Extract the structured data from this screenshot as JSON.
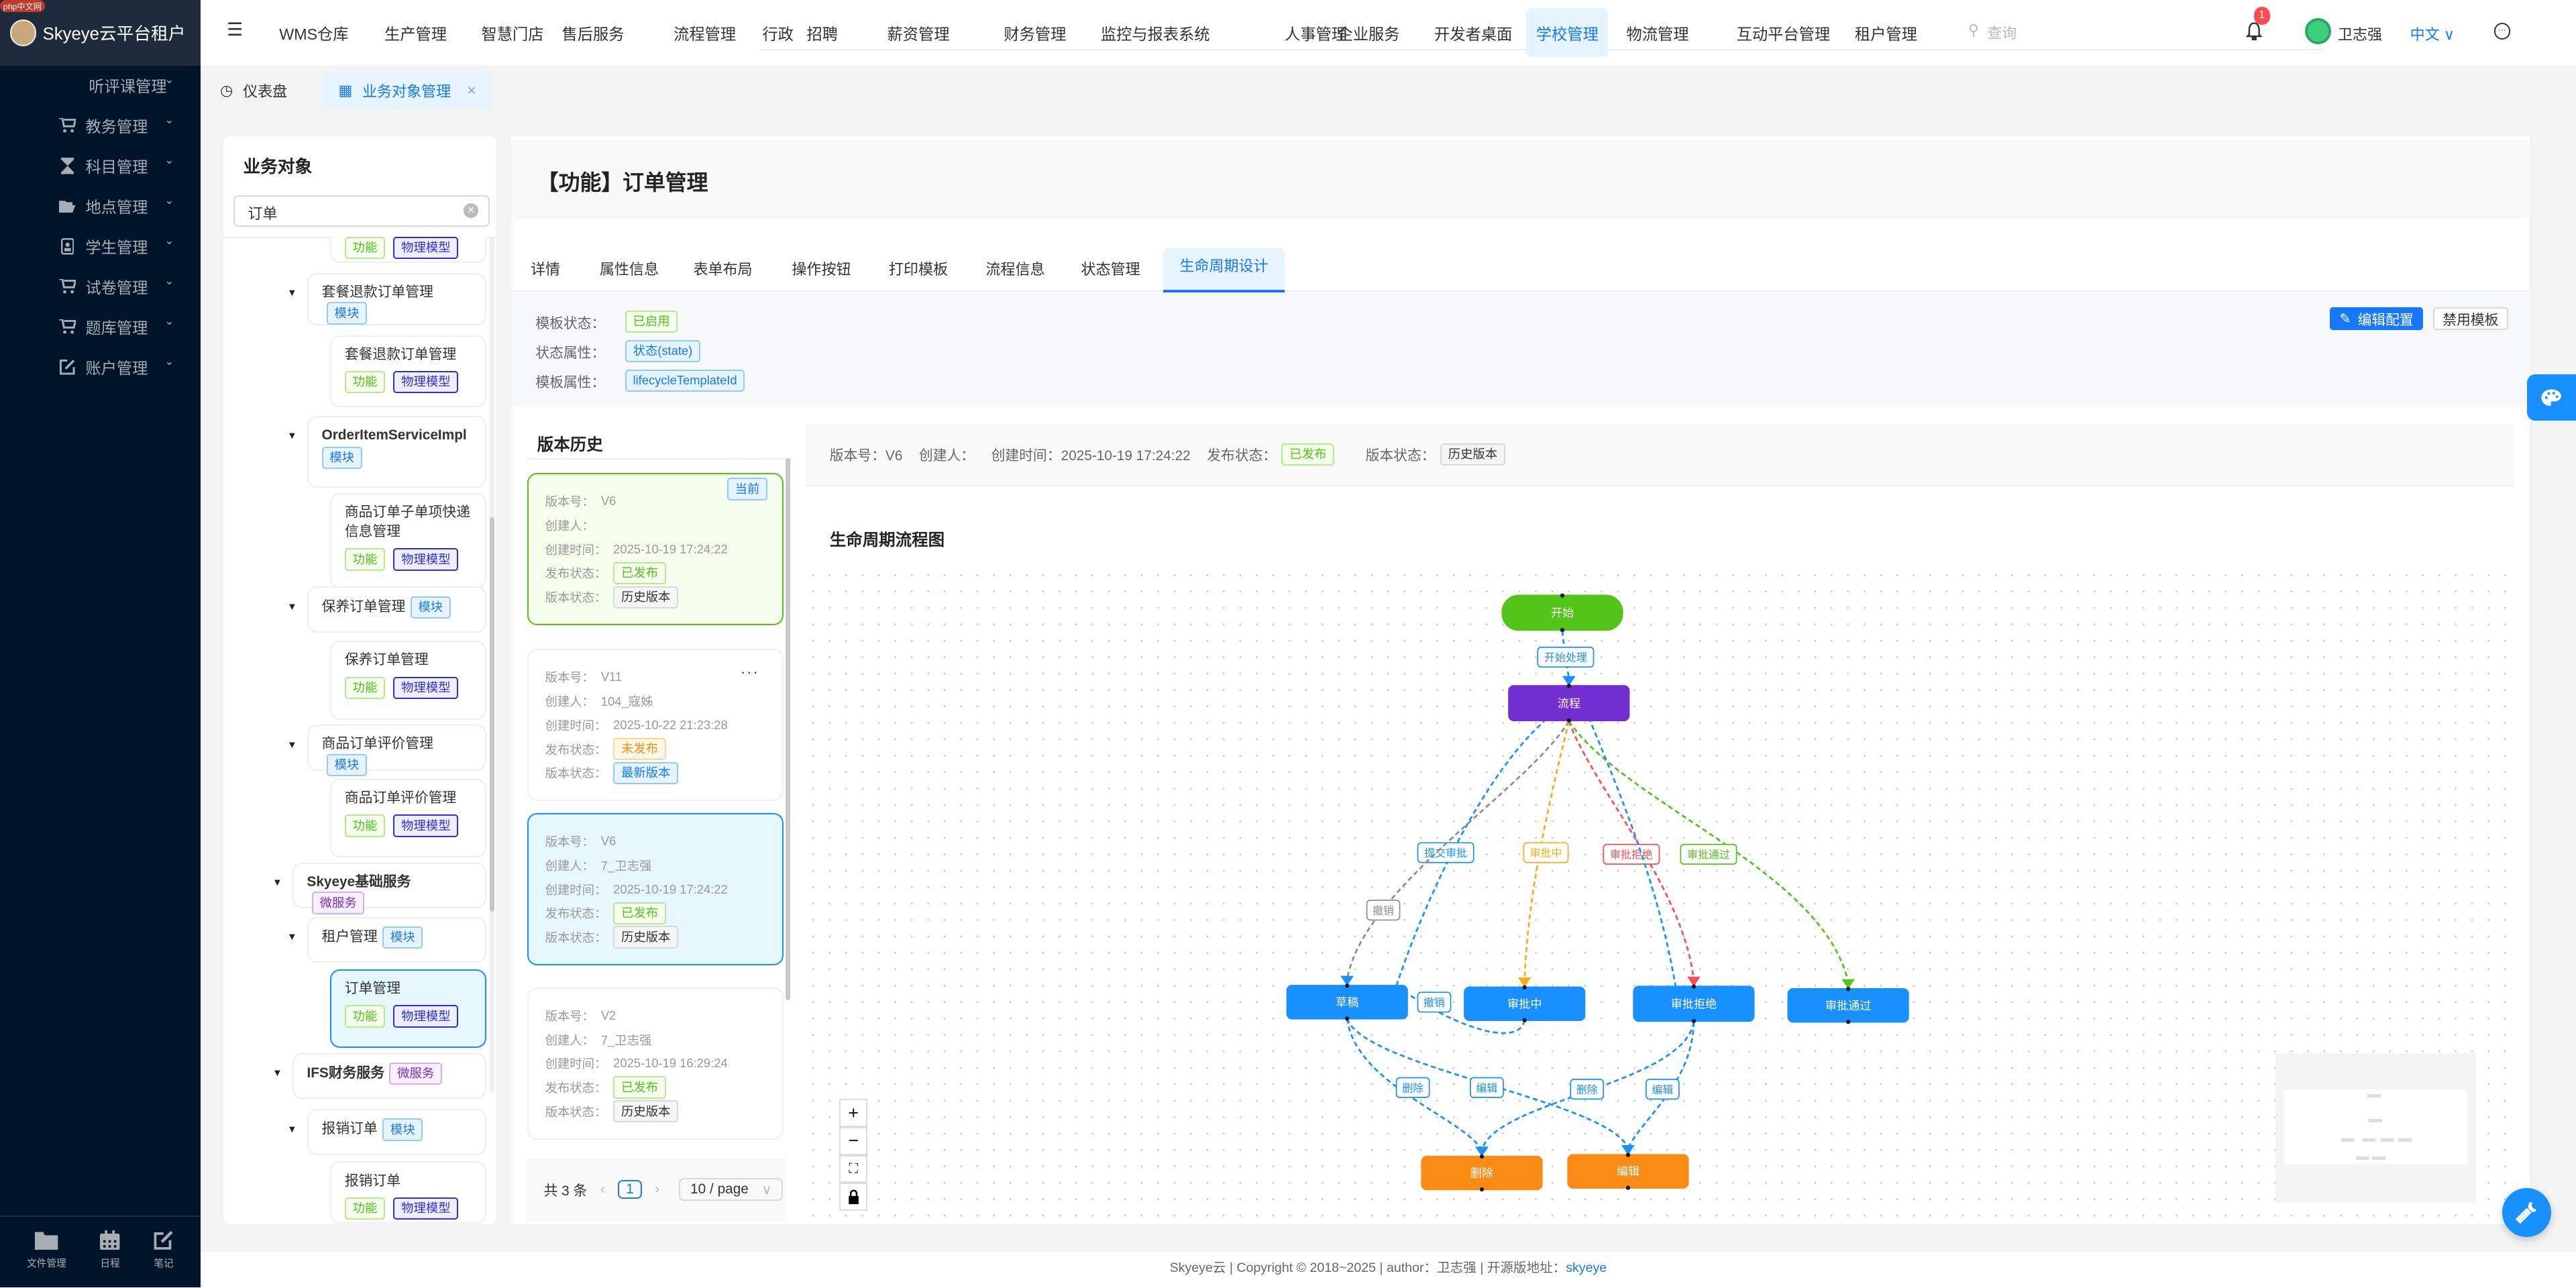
{
  "app": {
    "title": "Skyeye云平台租户",
    "corner_badge": "php中文网"
  },
  "sidebar": {
    "items": [
      {
        "label": "听评课管理",
        "icon": "none"
      },
      {
        "label": "教务管理",
        "icon": "cart-plus-icon"
      },
      {
        "label": "科目管理",
        "icon": "hourglass-icon"
      },
      {
        "label": "地点管理",
        "icon": "folder-open-icon"
      },
      {
        "label": "学生管理",
        "icon": "id-badge-icon"
      },
      {
        "label": "试卷管理",
        "icon": "cart-download-icon"
      },
      {
        "label": "题库管理",
        "icon": "cart-download-icon"
      },
      {
        "label": "账户管理",
        "icon": "edit-icon"
      }
    ],
    "bottom": [
      {
        "label": "文件管理",
        "icon": "folder-icon"
      },
      {
        "label": "日程",
        "icon": "calendar-icon"
      },
      {
        "label": "笔记",
        "icon": "note-edit-icon"
      }
    ]
  },
  "header": {
    "menu": [
      "WMS仓库",
      "生产管理",
      "智慧门店",
      "售后服务",
      "流程管理",
      "行政",
      "招聘",
      "薪资管理",
      "财务管理",
      "监控与报表系统",
      "人事管理",
      "企业服务",
      "开发者桌面",
      "学校管理",
      "物流管理",
      "互动平台管理",
      "租户管理"
    ],
    "active_menu": "学校管理",
    "search_placeholder": "查询",
    "notification_count": "1",
    "user_name": "卫志强",
    "language": "中文"
  },
  "tabs": [
    {
      "label": "仪表盘",
      "icon": "dashboard-icon",
      "active": false
    },
    {
      "label": "业务对象管理",
      "icon": "grid-icon",
      "active": true,
      "closable": true
    }
  ],
  "left_panel": {
    "title": "业务对象",
    "search_value": "订单",
    "tree": [
      {
        "level": 3,
        "title": "",
        "tags": [
          "功能",
          "物理模型"
        ],
        "partial": true
      },
      {
        "level": 2,
        "title": "套餐退款订单管理",
        "tags": [
          "模块"
        ]
      },
      {
        "level": 3,
        "title": "套餐退款订单管理",
        "tags": [
          "功能",
          "物理模型"
        ]
      },
      {
        "level": 2,
        "title": "OrderItemServiceImpl",
        "tags": [
          "模块"
        ],
        "bold": true
      },
      {
        "level": 3,
        "title": "商品订单子单项快递信息管理",
        "tags": [
          "功能",
          "物理模型"
        ]
      },
      {
        "level": 2,
        "title": "保养订单管理",
        "tags": [
          "模块"
        ]
      },
      {
        "level": 3,
        "title": "保养订单管理",
        "tags": [
          "功能",
          "物理模型"
        ]
      },
      {
        "level": 2,
        "title": "商品订单评价管理",
        "tags": [
          "模块"
        ]
      },
      {
        "level": 3,
        "title": "商品订单评价管理",
        "tags": [
          "功能",
          "物理模型"
        ]
      },
      {
        "level": 1,
        "title": "Skyeye基础服务",
        "tags": [
          "微服务"
        ],
        "bold": true
      },
      {
        "level": 2,
        "title": "租户管理",
        "tags": [
          "模块"
        ]
      },
      {
        "level": 3,
        "title": "订单管理",
        "tags": [
          "功能",
          "物理模型"
        ],
        "selected": true
      },
      {
        "level": 1,
        "title": "IFS财务服务",
        "tags": [
          "微服务"
        ],
        "bold": true
      },
      {
        "level": 2,
        "title": "报销订单",
        "tags": [
          "模块"
        ]
      },
      {
        "level": 3,
        "title": "报销订单",
        "tags": [
          "功能",
          "物理模型"
        ]
      }
    ]
  },
  "main": {
    "title": "【功能】订单管理",
    "tabs": [
      "详情",
      "属性信息",
      "表单布局",
      "操作按钮",
      "打印模板",
      "流程信息",
      "状态管理",
      "生命周期设计"
    ],
    "active_tab": "生命周期设计",
    "info": [
      {
        "label": "模板状态：",
        "value": "已启用",
        "style": "fn"
      },
      {
        "label": "状态属性：",
        "value": "状态(state)",
        "style": "mod"
      },
      {
        "label": "模板属性：",
        "value": "lifecycleTemplateId",
        "style": "mod"
      }
    ],
    "edit_button": "编辑配置",
    "disable_button": "禁用模板"
  },
  "version_history": {
    "title": "版本历史",
    "labels": {
      "version": "版本号：",
      "creator": "创建人：",
      "created": "创建时间：",
      "publish": "发布状态：",
      "state": "版本状态："
    },
    "cards": [
      {
        "version": "V6",
        "creator": "",
        "created": "2025-10-19 17:24:22",
        "publish": "已发布",
        "state": "历史版本",
        "badge": "当前",
        "style": "current"
      },
      {
        "version": "V11",
        "creator": "104_寇姊",
        "created": "2025-10-22 21:23:28",
        "publish": "未发布",
        "state": "最新版本",
        "more": "···",
        "style": "normal"
      },
      {
        "version": "V6",
        "creator": "7_卫志强",
        "created": "2025-10-19 17:24:22",
        "publish": "已发布",
        "state": "历史版本",
        "style": "selected"
      },
      {
        "version": "V2",
        "creator": "7_卫志强",
        "created": "2025-10-19 16:29:24",
        "publish": "已发布",
        "state": "历史版本",
        "style": "normal"
      }
    ],
    "pagination": {
      "total": "共 3 条",
      "page": "1",
      "page_size": "10 / page"
    }
  },
  "version_detail": {
    "version_label": "版本号：",
    "version": "V6",
    "creator_label": "创建人：",
    "creator": "",
    "created_label": "创建时间：",
    "created": "2025-10-19 17:24:22",
    "publish_label": "发布状态：",
    "publish": "已发布",
    "state_label": "版本状态：",
    "state": "历史版本",
    "flow_title": "生命周期流程图"
  },
  "diagram": {
    "nodes": [
      {
        "id": "start",
        "label": "开始",
        "color": "#52c41a"
      },
      {
        "id": "flow",
        "label": "流程",
        "color": "#722ed1"
      },
      {
        "id": "draft",
        "label": "草稿",
        "color": "#1890ff"
      },
      {
        "id": "reviewing",
        "label": "审批中",
        "color": "#1890ff"
      },
      {
        "id": "rejected",
        "label": "审批拒绝",
        "color": "#1890ff"
      },
      {
        "id": "approved",
        "label": "审批通过",
        "color": "#1890ff"
      },
      {
        "id": "delete",
        "label": "删除",
        "color": "#fa8c16"
      },
      {
        "id": "edit",
        "label": "编辑",
        "color": "#fa8c16"
      }
    ],
    "edges": [
      {
        "from": "start",
        "to": "flow",
        "label": "开始处理",
        "color": "#1890ff"
      },
      {
        "from": "draft",
        "to": "flow",
        "label": "提交审批",
        "color": "#1890ff"
      },
      {
        "from": "flow",
        "to": "draft",
        "label": "撤销",
        "color": "#8c8c8c"
      },
      {
        "from": "flow",
        "to": "reviewing",
        "label": "审批中",
        "color": "#faad14"
      },
      {
        "from": "flow",
        "to": "rejected",
        "label": "审批拒绝",
        "color": "#ff4d4f"
      },
      {
        "from": "rejected",
        "to": "flow",
        "label": "",
        "color": "#1890ff"
      },
      {
        "from": "flow",
        "to": "approved",
        "label": "审批通过",
        "color": "#52c41a"
      },
      {
        "from": "reviewing",
        "to": "draft",
        "label": "撤销",
        "color": "#1890ff"
      },
      {
        "from": "draft",
        "to": "delete",
        "label": "删除",
        "color": "#1890ff"
      },
      {
        "from": "draft",
        "to": "edit",
        "label": "编辑",
        "color": "#1890ff"
      },
      {
        "from": "rejected",
        "to": "delete",
        "label": "删除",
        "color": "#1890ff"
      },
      {
        "from": "rejected",
        "to": "edit",
        "label": "编辑",
        "color": "#1890ff"
      }
    ],
    "controls": [
      "zoom-in",
      "zoom-out",
      "fit-view",
      "lock"
    ]
  },
  "footer": {
    "text": "Skyeye云 | Copyright © 2018~2025 | author：卫志强 | 开源版地址：",
    "link": "skyeye"
  },
  "colors": {
    "primary": "#1677ff",
    "sidebar_bg": "#001529",
    "success": "#52c41a",
    "warning": "#faad14",
    "danger": "#ff4d4f",
    "purple": "#722ed1"
  }
}
